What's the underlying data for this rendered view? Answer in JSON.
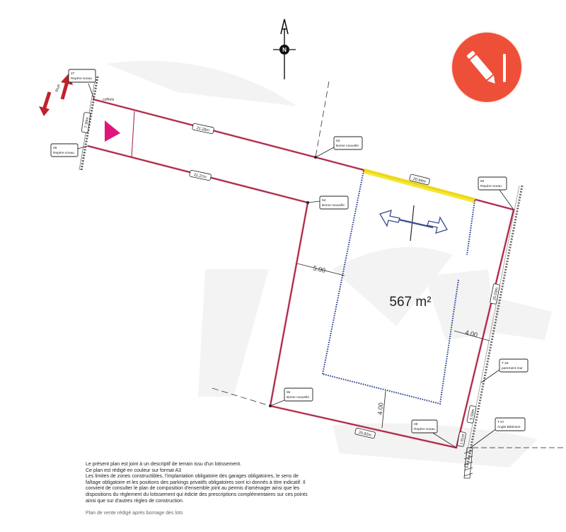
{
  "compass": {
    "north_label": "N",
    "arrow": "north-arrow"
  },
  "edit_button": {
    "icon": "pencil-icon",
    "color": "#ee4f39"
  },
  "plan": {
    "area_label": "567 m²",
    "street_label": "Rue",
    "access_label": "coffrets",
    "colors": {
      "boundary": "#9b1b3a",
      "boundary_highlight": "#e05a7a",
      "buildable_zone": "#2b3f8f",
      "facade_highlight": "#f2e61a",
      "access_triangle": "#e0157a",
      "street_arrows": "#c0212b",
      "faded_watermark": "#f1f1f1"
    },
    "dimensions": {
      "access_top": "21.28m",
      "access_bottom": "21.27m",
      "top_side": "20.84m",
      "bottom_side": "20.82m",
      "right_side": "25.03m",
      "right_lower": "5.93m",
      "right_corner": "1.81m",
      "street_frontage": "7.30m",
      "setback_left": "5.00",
      "setback_right": "4.00",
      "setback_bottom": "4.00"
    },
    "markers": [
      {
        "id": "27",
        "label": "Repère sceau"
      },
      {
        "id": "28",
        "label": "Repère sceau"
      },
      {
        "id": "53",
        "label": "Borne nouvelle"
      },
      {
        "id": "54",
        "label": "Borne nouvelle"
      },
      {
        "id": "55",
        "label": "Borne nouvelle"
      },
      {
        "id": "50",
        "label": "Repère sceau"
      },
      {
        "id": "49",
        "label": "Repère sceau"
      },
      {
        "id": "T 25",
        "label": "parement mur"
      },
      {
        "id": "T 57",
        "label": "Angle Bâtiment"
      }
    ]
  },
  "notes": {
    "line1": "Le présent plan est joint à un descriptif de terrain issu d'un lotissement.",
    "line2": "Ce plan est rédigé en couleur sur format A3",
    "line3": "Les limites de zones constructibles, l'implantation obligatoire des garages obligatoires, le sens de",
    "line4": "faîtage obligatoire et les positions des parkings privatifs obligatoires sont ici donnés à titre indicatif. Il",
    "line5": "convient de consulter le plan de composition d'ensemble joint au permis d'aménager ainsi que les",
    "line6": "dispositions du règlement du lotissement qui édicte des prescriptions complémentaires sur ces points",
    "line7": "ainsi que sur d'autres règles de construction.",
    "line8": "Plan de vente rédigé après bornage des lots"
  }
}
